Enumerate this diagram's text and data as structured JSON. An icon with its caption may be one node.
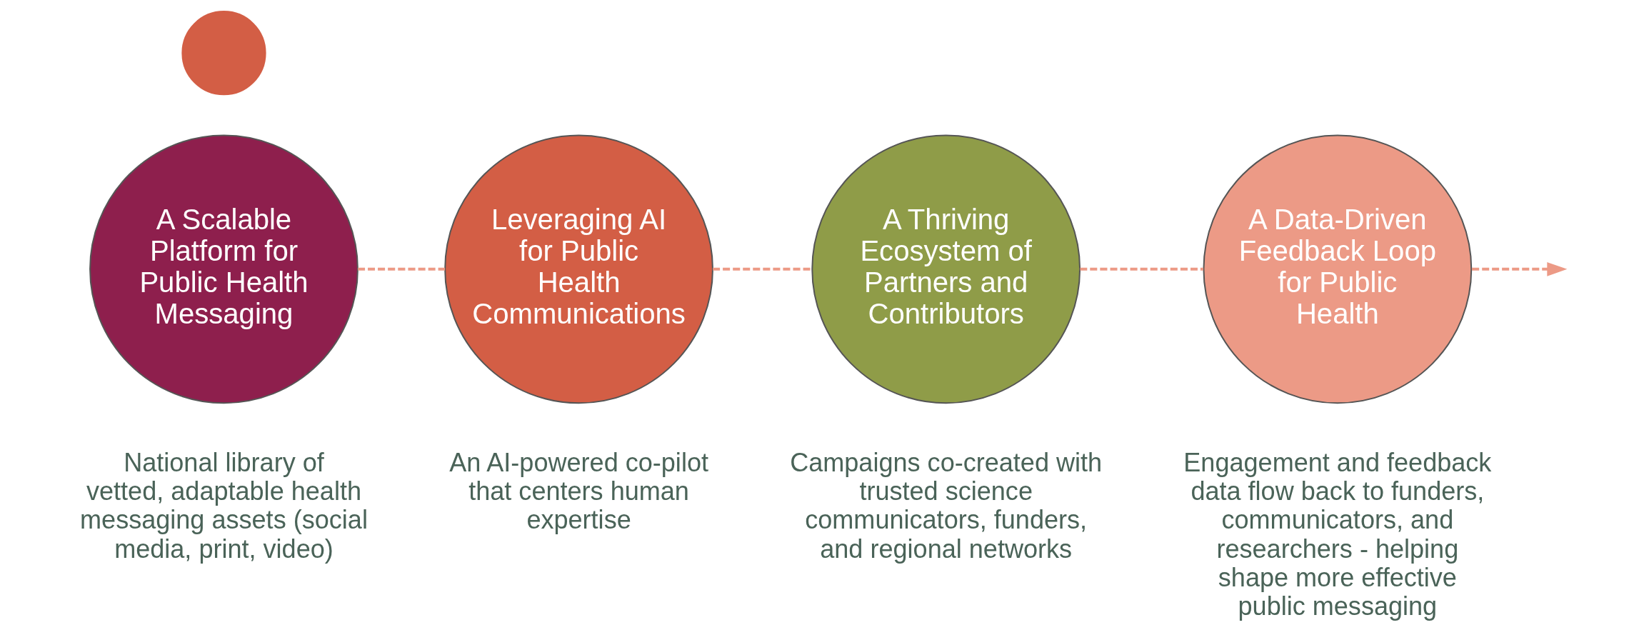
{
  "diagram": {
    "nodes": [
      {
        "text": [
          "A Scalable Platform for Public Health Messaging"
        ],
        "beside": [
          "National library of vetted, adaptable health messaging assets (social media, print, video)"
        ]
      },
      {
        "text": [
          "Leveraging AI for Public Health Communications"
        ],
        "beside": [
          "An AI-powered co-pilot that centers human expertise"
        ]
      },
      {
        "text": [
          "A Thriving Ecosystem of Partners and Contributors"
        ],
        "beside": [
          "Campaigns co-created with trusted science communicators, funders, and regional networks"
        ]
      },
      {
        "text": [
          "A Data-Driven Feedback Loop for Public Health"
        ],
        "beside": [
          "Engagement and feedback data flow back to funders, communicators, and researchers - helping shape more effective public messaging"
        ]
      },
      {
        "text": [],
        "shape": "circle"
      }
    ],
    "edges": [
      {
        "from": 0,
        "to": 1,
        "arrow": "none",
        "style": "dashed"
      },
      {
        "from": 1,
        "to": 2,
        "arrow": "none",
        "style": "dashed"
      },
      {
        "from": 2,
        "to": 3,
        "arrow": "none",
        "style": "dashed"
      },
      {
        "from": 3,
        "to": null,
        "arrow": "to",
        "style": "dashed"
      }
    ]
  }
}
